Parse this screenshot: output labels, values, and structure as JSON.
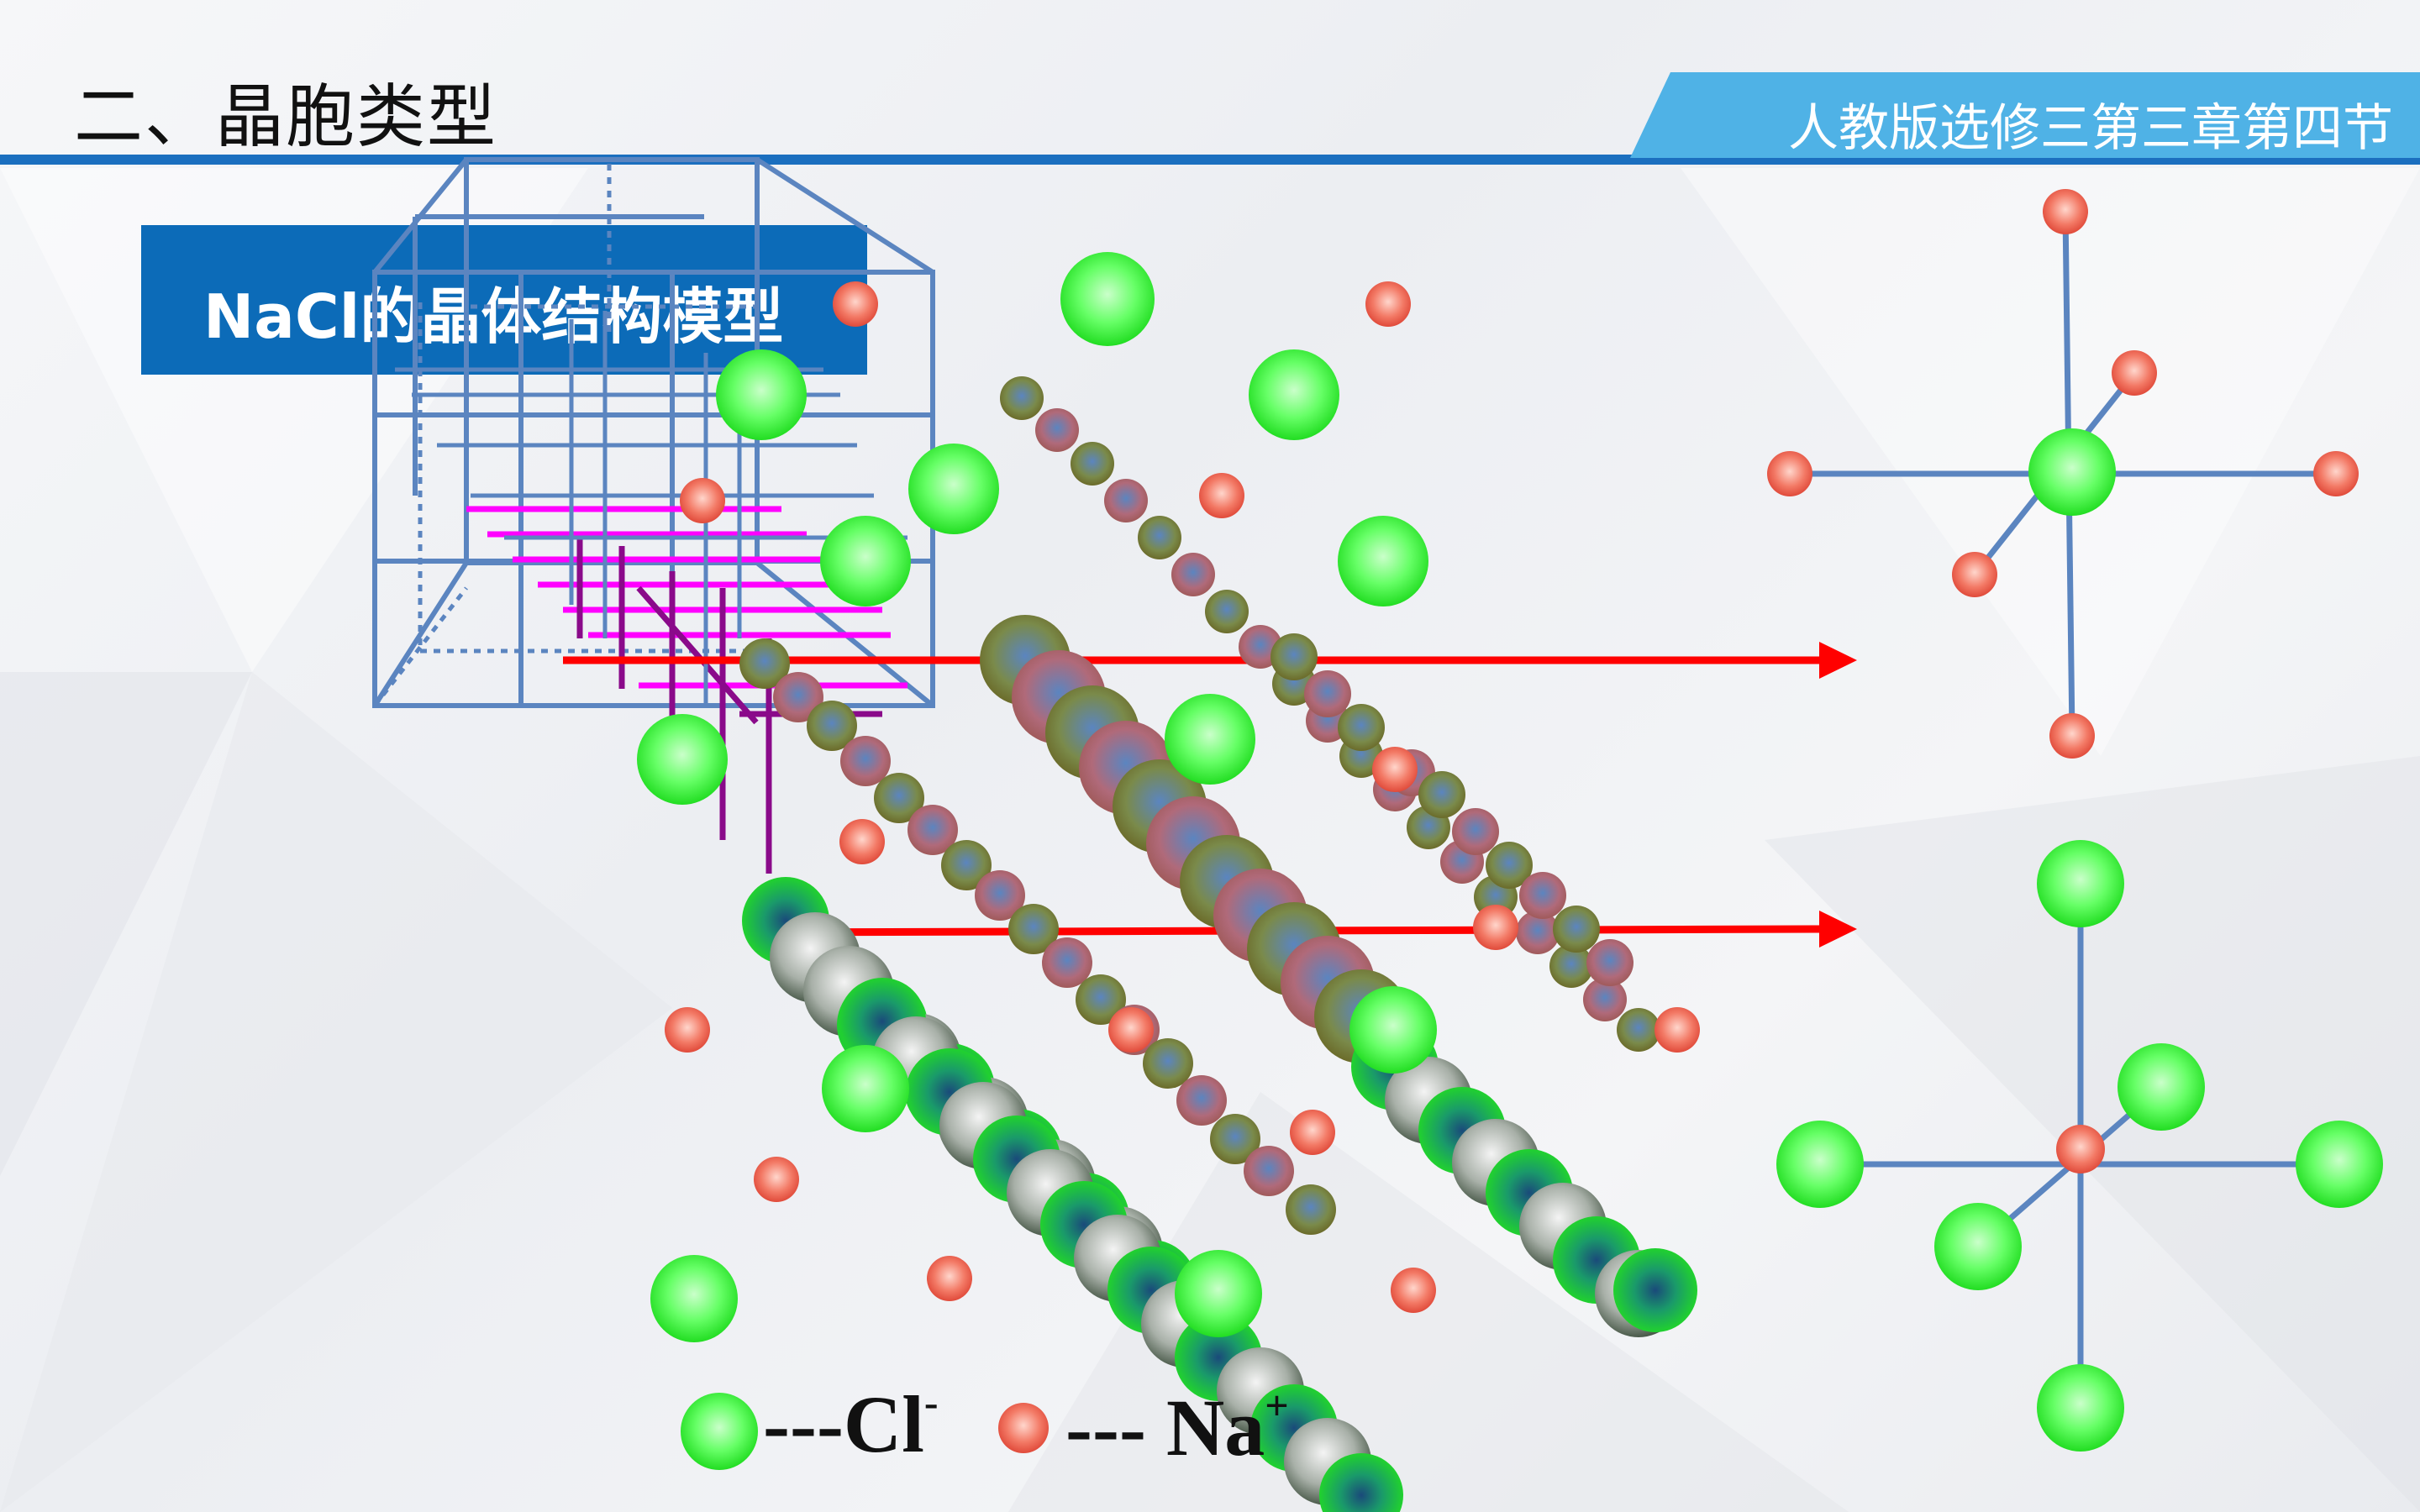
{
  "header": {
    "title": "二、晶胞类型",
    "chapter": "人教版选修三第三章第四节"
  },
  "model_label": "NaCl的晶体结构模型",
  "legend": {
    "cl": {
      "text": "---Cl",
      "sup": "-"
    },
    "na": {
      "text": "--- Na",
      "sup": "+"
    }
  },
  "colors": {
    "cl_atom": "#44ee44",
    "na_atom": "#ee5a44",
    "bond": "#5b85c0",
    "arrow": "#ff0000",
    "layer_lines": "#ff00ff",
    "header_bar": "#1b6fbf",
    "chapter_tab": "#4fb2e6",
    "model_box": "#0c6bb8"
  }
}
